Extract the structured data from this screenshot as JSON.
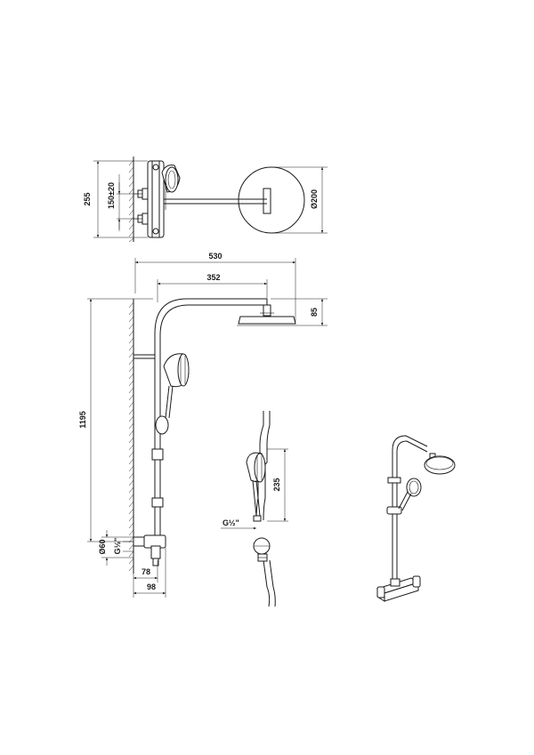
{
  "drawing": {
    "top_view": {
      "dim_height": "255",
      "dim_inlet_spacing": "150±20",
      "dim_head_diameter": "Ø200"
    },
    "front_view": {
      "dim_overall_reach": "530",
      "dim_arm_reach": "352",
      "dim_head_drop": "85",
      "dim_overall_height": "1195",
      "dim_escutcheon": "Ø60",
      "dim_inlet_thread": "G½\"",
      "dim_wall_to_valve": "78",
      "dim_wall_to_front": "98"
    },
    "handshower_detail": {
      "dim_handshower_length": "235",
      "dim_hose_thread": "G½\""
    }
  }
}
